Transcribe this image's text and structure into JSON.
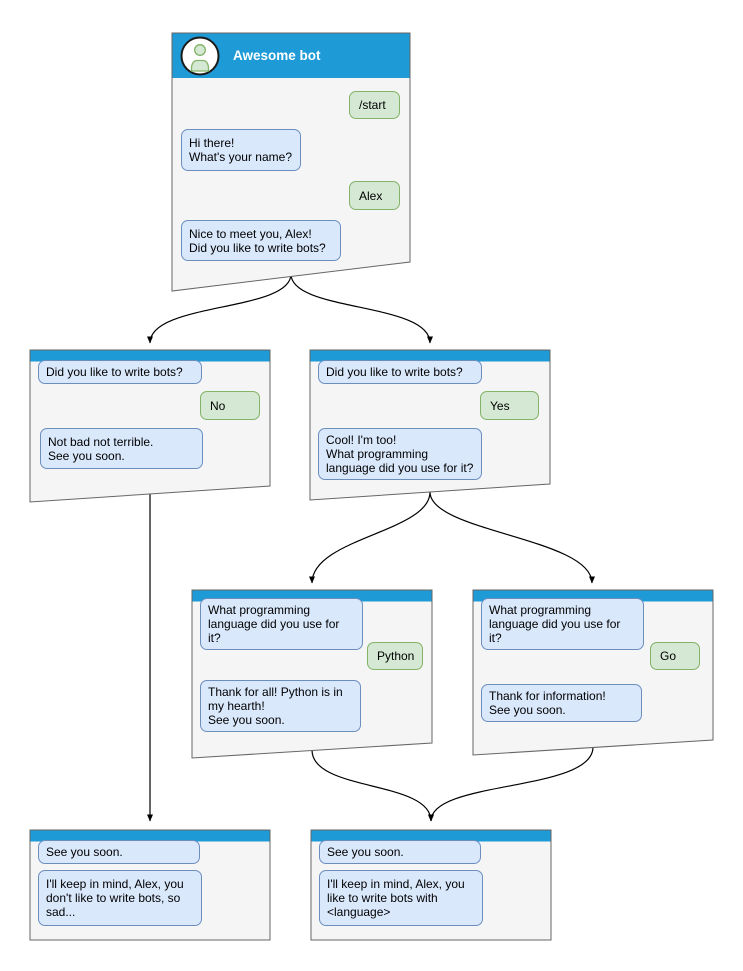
{
  "colors": {
    "header_blue": "#1e9bd7",
    "card_bg": "#f5f5f5",
    "card_border": "#666666",
    "bot_bubble_bg": "#dae8fc",
    "bot_bubble_border": "#6c8ebf",
    "user_bubble_bg": "#d5e8d4",
    "user_bubble_border": "#82b366",
    "connector": "#000000"
  },
  "main_card": {
    "title": "Awesome bot",
    "avatar_icon": "user-icon",
    "messages": {
      "start": "/start",
      "ask_name": "Hi there!\nWhat's your name?",
      "name": "Alex",
      "ask_bots": "Nice to meet you, Alex!\nDid you like to write bots?"
    }
  },
  "no_card": {
    "question": "Did you like to write bots?",
    "answer": "No",
    "reply": "Not bad not terrible.\nSee you soon."
  },
  "yes_card": {
    "question": "Did you like to write bots?",
    "answer": "Yes",
    "reply": "Cool! I'm too!\nWhat programming\nlanguage did you use for it?"
  },
  "python_card": {
    "question": "What programming\nlanguage did you use for it?",
    "answer": "Python",
    "reply": "Thank for all! Python is in\nmy hearth!\nSee you soon."
  },
  "go_card": {
    "question": "What programming\nlanguage did you use for it?",
    "answer": "Go",
    "reply": "Thank for information!\nSee you soon."
  },
  "end_no_card": {
    "question": "See you soon.",
    "reply": "I'll keep in mind, Alex, you\ndon't like to write bots, so\nsad..."
  },
  "end_yes_card": {
    "question": "See you soon.",
    "reply": "I'll keep in mind, Alex, you\nlike to write bots with\n<language>"
  }
}
